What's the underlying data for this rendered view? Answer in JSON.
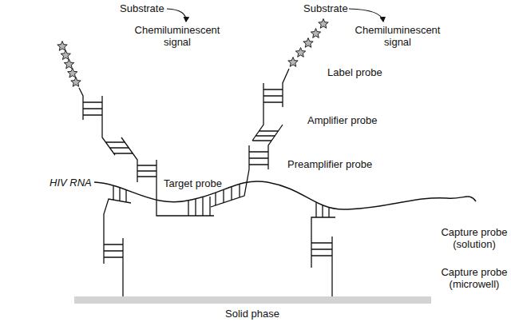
{
  "diagram": {
    "labels": [
      "Substrate",
      "Chemiluminescent signal",
      "Substrate",
      "Chemiluminescent signal",
      "Label probe",
      "Amplifier probe",
      "Preamplifier probe",
      "Target probe",
      "HIV RNA",
      "Capture probe (solution)",
      "Capture probe (microwell)",
      "Solid phase"
    ]
  }
}
